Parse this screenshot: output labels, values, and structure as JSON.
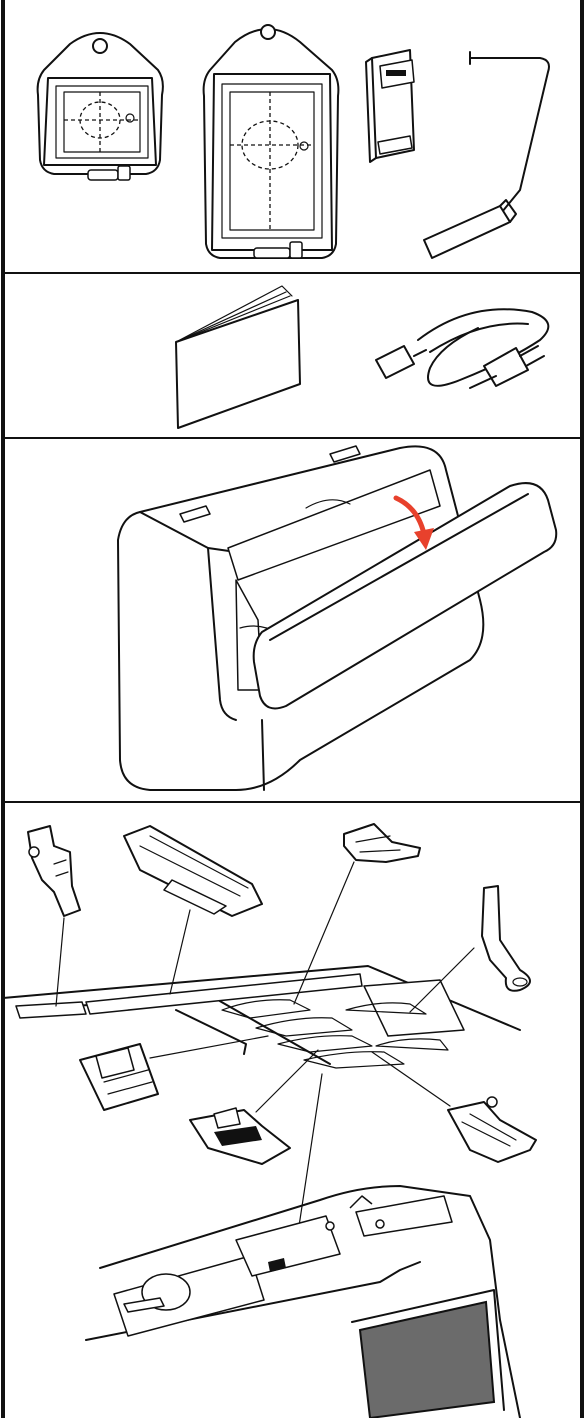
{
  "figure": {
    "border_color": "#111111",
    "background": "#ffffff",
    "arrow_color": "#e8412c",
    "screen_color": "#6b6b6b"
  },
  "panels": [
    {
      "id": "accessories",
      "items": [
        "small-embroidery-hoop",
        "large-embroidery-hoop",
        "hoop-holder-block",
        "knee-lifter-bar",
        "instruction-booklet",
        "power-cord"
      ]
    },
    {
      "id": "carrying-case",
      "items": [
        "hard-case",
        "lid-close-arrow"
      ]
    },
    {
      "id": "presser-foot-storage",
      "items": [
        "foot-1",
        "foot-2",
        "foot-3",
        "foot-4",
        "foot-5",
        "foot-6",
        "foot-7",
        "storage-tray",
        "machine-bed"
      ]
    }
  ]
}
